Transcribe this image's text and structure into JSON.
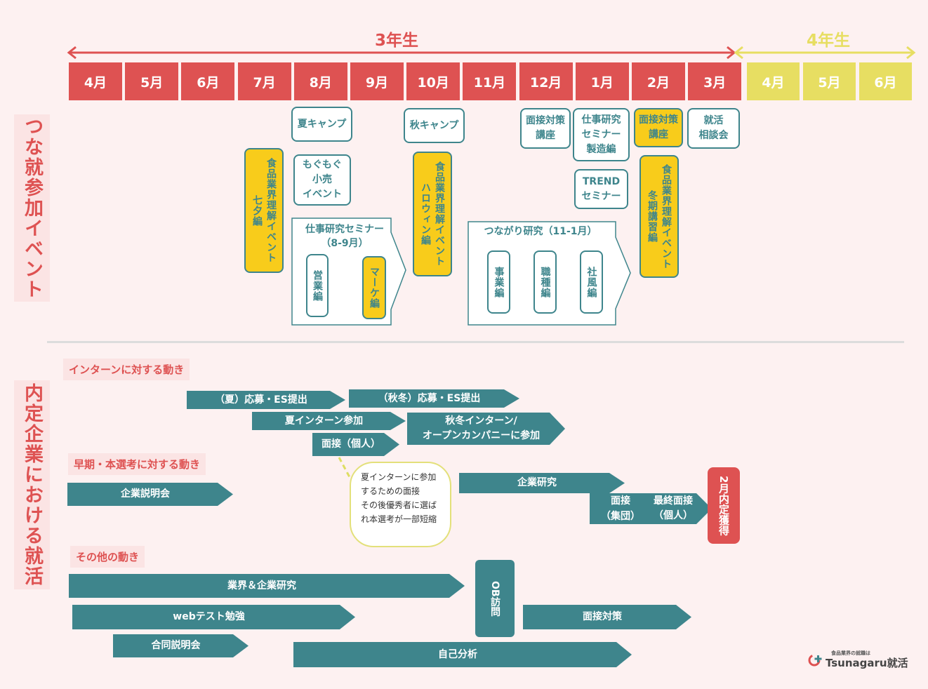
{
  "years": {
    "third": "3年生",
    "fourth": "4年生"
  },
  "months3": [
    "4月",
    "5月",
    "6月",
    "7月",
    "8月",
    "9月",
    "10月",
    "11月",
    "12月",
    "1月",
    "2月",
    "3月"
  ],
  "months4": [
    "4月",
    "5月",
    "6月"
  ],
  "colors": {
    "red": "#de5252",
    "yellow": "#e7de62",
    "teal": "#3e858c",
    "gold": "#f8cc1b",
    "pink": "#fbe4e4"
  },
  "sections": {
    "events": "つな就参加イベント",
    "naitei": "内定企業における就活"
  },
  "events": {
    "summer_camp": "夏キャンプ",
    "autumn_camp": "秋キャンプ",
    "mogumogu": "もぐもぐ\n小売\nイベント",
    "food_tanabata": "食品業界理解イベント\n七夕編",
    "food_halloween": "食品業界理解イベント\nハロウィン編",
    "food_winter": "食品業界理解イベント\n冬期講習編",
    "job_seminar_title": "仕事研究セミナー\n（8-9月）",
    "sales": "営業編",
    "marketing": "マーケ編",
    "tsunagari_title": "つながり研究（11-1月）",
    "business": "事業編",
    "occupation": "職種編",
    "culture": "社風編",
    "interview_dec": "面接対策\n講座",
    "job_seminar_mfg": "仕事研究\nセミナー\n製造編",
    "trend": "TREND\nセミナー",
    "interview_feb": "面接対策\n講座",
    "consult": "就活\n相談会"
  },
  "labels": {
    "intern": "インターンに対する動き",
    "early": "早期・本選考に対する動き",
    "other": "その他の動き"
  },
  "arrows": {
    "summer_apply": "（夏）応募・ES提出",
    "autumn_apply": "（秋冬）応募・ES提出",
    "summer_intern": "夏インターン参加",
    "autumn_intern": "秋冬インターン/\nオープンカンパニーに参加",
    "interview_individual": "面接（個人）",
    "company_info": "企業説明会",
    "company_research": "企業研究",
    "industry_research": "業界＆企業研究",
    "web_test": "webテスト勉強",
    "joint_info": "合同説明会",
    "self_analysis": "自己分析",
    "interview_prep": "面接対策"
  },
  "boxes": {
    "group_interview": "面接\n（集団）",
    "final_interview": "最終面接\n（個人）",
    "offer": "2月内定獲得",
    "ob_visit": "OB訪問"
  },
  "note": "夏インターンに参加\nするための面接\nその後優秀者に選ば\nれ本選考が一部短縮",
  "logo": {
    "tagline": "食品業界の就職は",
    "brand": "Tsunagaru就活"
  }
}
